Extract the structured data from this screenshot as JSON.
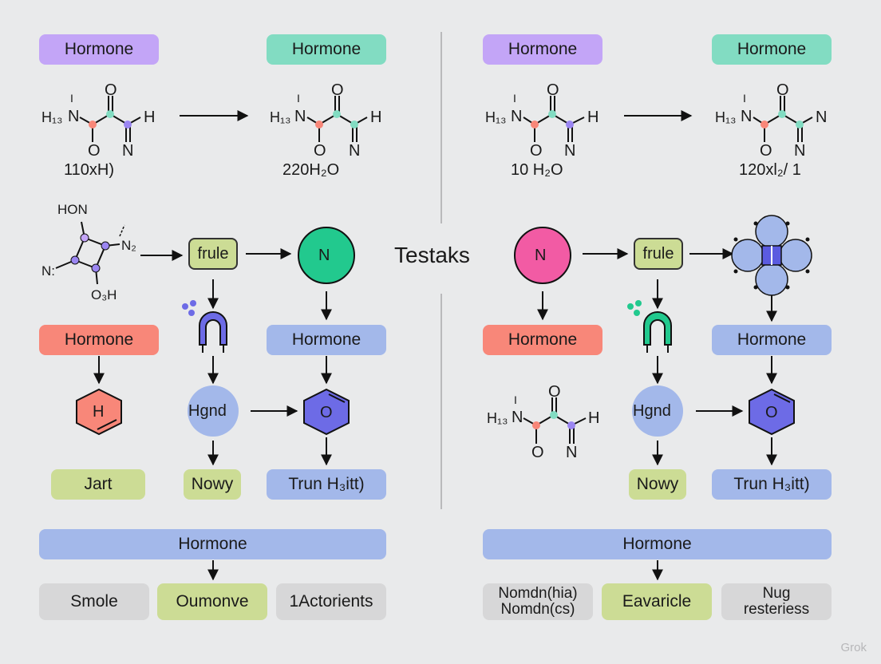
{
  "title": "Testaks",
  "watermark": "Grok",
  "colors": {
    "purple": "#c3a5f7",
    "teal": "#82dcc2",
    "salmon": "#f88779",
    "blue": "#a3b8ea",
    "olive": "#ccdc95",
    "gray": "#d7d7d8",
    "green_node": "#22c98e",
    "pink_node": "#f25ba4"
  },
  "left": {
    "top_left_tag": "Hormone",
    "top_right_tag": "Hormone",
    "mol1_caption": "110xH)",
    "mol2_caption": "220H₂O",
    "cycle_node": "frule",
    "circle_node": "N",
    "salmon_tag": "Hormone",
    "blue_tag": "Hormone",
    "hex1_label": "H",
    "hgnd_label": "Hgnd",
    "hex2_label": "O",
    "jart_label": "Jart",
    "nowy_label": "Nowy",
    "trun_label": "Trun H₃itt)",
    "wide_bar": "Hormone",
    "bottom": [
      "Smole",
      "Oumonve",
      "1Actorients"
    ]
  },
  "right": {
    "top_left_tag": "Hormone",
    "top_right_tag": "Hormone",
    "mol1_caption": "10  H₂O",
    "mol2_caption": "120xl₂/ 1",
    "circle_node": "N",
    "cycle_node": "frule",
    "salmon_tag": "Hormone",
    "blue_tag": "Hormone",
    "hgnd_label": "Hgnd",
    "hex_label": "O",
    "nowy_label": "Nowy",
    "trun_label": "Trun H₃itt)",
    "wide_bar": "Hormone",
    "bottom": [
      "Nomdn(hia)\nNomdn(cs)",
      "Eavaricle",
      "Nug\nresteriess"
    ]
  },
  "molecule": {
    "h3n": "H₁₃",
    "n": "N",
    "o": "O",
    "h": "H",
    "dash": "I"
  },
  "ring_labels": {
    "hon": "HON",
    "n2": "N₂",
    "n_left": "N:",
    "o3h": "O₃H"
  }
}
